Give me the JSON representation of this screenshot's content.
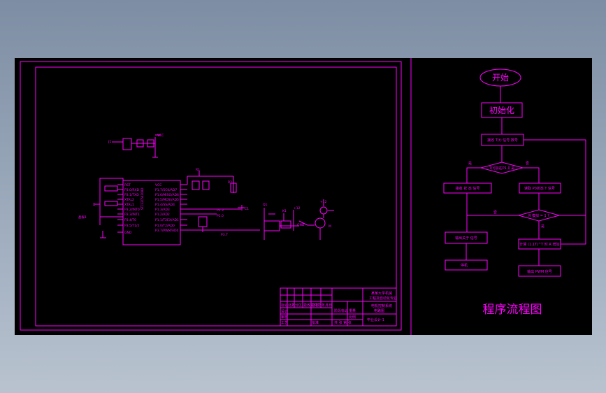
{
  "colors": {
    "background_outer": "#8d9bb0",
    "drawing_background": "#000000",
    "line": "#ff00ff"
  },
  "flowchart": {
    "title": "程序流程图",
    "start": "开始",
    "init": "初始化",
    "step_receive": "接收 T(t) 信号 数号",
    "decision1": "T(t)加在P1.0 是",
    "decision1_yes": "是",
    "decision1_no": "否",
    "step_left_signal": "接收 状 态 信号",
    "step_right_signal": "读取 P0状态 T 信号",
    "decision2": "R 模拟 = 1 ?",
    "decision2_yes": "是",
    "decision2_no": "否",
    "step_output_left": "输出关于 信号",
    "step_loop": "计算 (1.1T)^T 时 R 增加",
    "step_stop": "停机",
    "step_output_pwm": "输出 PWM 信号"
  },
  "schematic": {
    "connector": "J1",
    "pins_left": [
      "RST",
      "P3.0/RXD",
      "P3.1/TXD",
      "XTAL2",
      "XTAL1",
      "P3.2/INT0",
      "P3.3/INT1",
      "P3.4/T0",
      "P3.5/T1/2",
      "GND"
    ],
    "pins_right": [
      "VCC",
      "P1.7/SCK/AD7",
      "P1.6/MISO/AD6",
      "P1.5/MOSI/AD5",
      "P1.4/SS/AD4",
      "P1.3/AD3",
      "P1.2/AD2",
      "P1.1/T2EX/AD1",
      "P1.0/T2/AD0",
      "P3.7/PWM/AD0"
    ],
    "chip_label": "STC12C5410AD",
    "label_d": "D",
    "label_x1": "晶振1",
    "net1": "P1.3",
    "net2": "P1.0",
    "net3": "P3.7",
    "net_gnd": "GND",
    "net_vcc": "VCC",
    "r1": "R1",
    "r2": "R2",
    "c1": "C1",
    "motor": "M",
    "q1": "Q1",
    "power": "+12",
    "relay": "K1"
  },
  "title_block": {
    "org1": "某某大学机械",
    "org2": "工程及自动化专业",
    "title1": "电机控制系统",
    "title2": "电路图",
    "drawing_no": "毕业设计-1",
    "rows": [
      "标记",
      "处数",
      "分区",
      "更改文件号",
      "签名",
      "年月日"
    ],
    "design": "设计",
    "check": "审核",
    "process": "工艺",
    "approve": "批准",
    "stage": "阶段标记",
    "weight": "重量",
    "scale": "比例",
    "sheet": "共 张 第 张"
  }
}
